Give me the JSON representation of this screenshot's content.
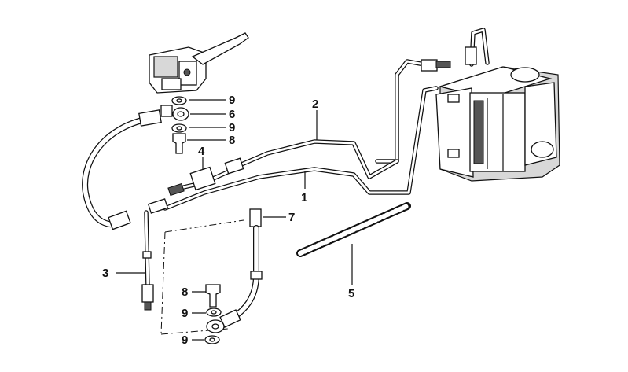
{
  "callouts": [
    {
      "id": "9a",
      "label": "9"
    },
    {
      "id": "6",
      "label": "6"
    },
    {
      "id": "9b",
      "label": "9"
    },
    {
      "id": "8a",
      "label": "8"
    },
    {
      "id": "4",
      "label": "4"
    },
    {
      "id": "2",
      "label": "2"
    },
    {
      "id": "1",
      "label": "1"
    },
    {
      "id": "7",
      "label": "7"
    },
    {
      "id": "3",
      "label": "3"
    },
    {
      "id": "5",
      "label": "5"
    },
    {
      "id": "8b",
      "label": "8"
    },
    {
      "id": "9c",
      "label": "9"
    },
    {
      "id": "9d",
      "label": "9"
    }
  ]
}
